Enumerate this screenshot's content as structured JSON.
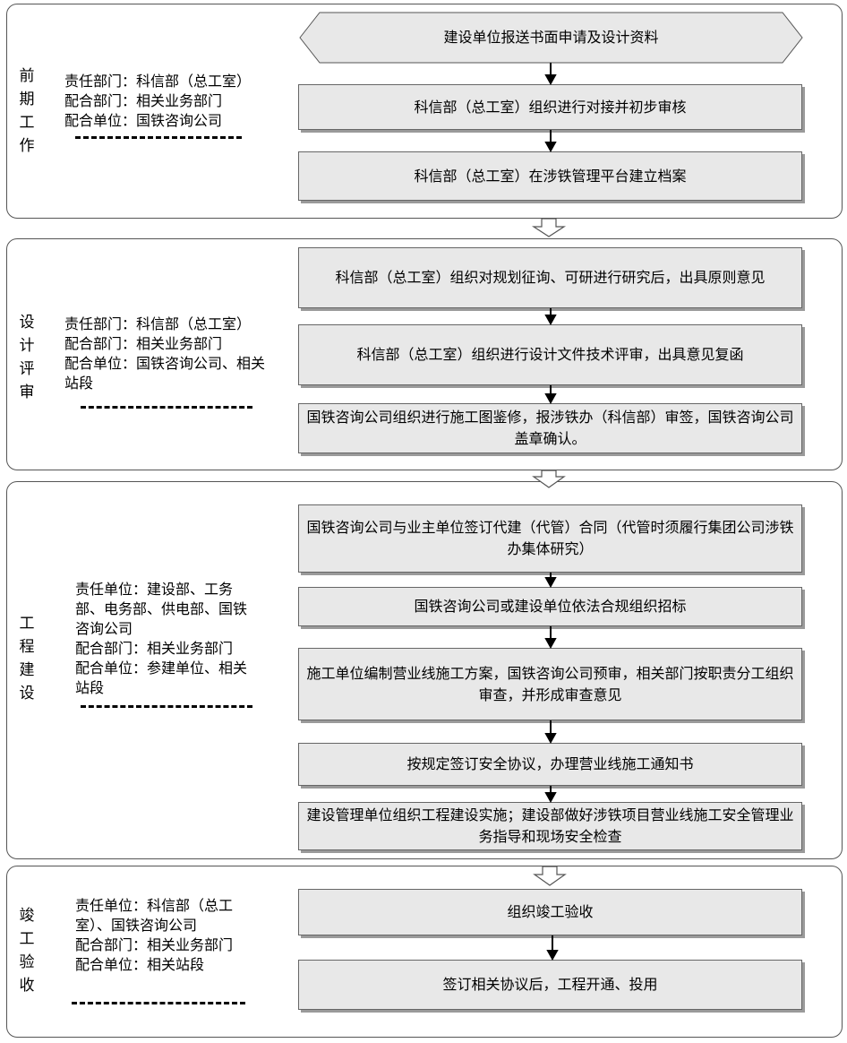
{
  "sections": [
    {
      "stage": [
        "前",
        "期",
        "工",
        "作"
      ],
      "resp": [
        "责任部门：科信部（总工室）",
        "配合部门：相关业务部门",
        "配合单位：国铁咨询公司"
      ],
      "steps": [
        "建设单位报送书面申请及设计资料",
        "科信部（总工室）组织进行对接并初步审核",
        "科信部（总工室）在涉铁管理平台建立档案"
      ]
    },
    {
      "stage": [
        "设",
        "计",
        "评",
        "审"
      ],
      "resp": [
        "责任部门：科信部（总工室）",
        "配合部门：相关业务部门",
        "配合单位：国铁咨询公司、相关站段"
      ],
      "steps": [
        "科信部（总工室）组织对规划征询、可研进行研究后，出具原则意见",
        "科信部（总工室）组织进行设计文件技术评审，出具意见复函",
        "国铁咨询公司组织进行施工图鉴修，报涉铁办（科信部）审签，国铁咨询公司盖章确认。"
      ]
    },
    {
      "stage": [
        "工",
        "程",
        "建",
        "设"
      ],
      "resp": [
        "责任单位：建设部、工务部、电务部、供电部、国铁咨询公司",
        "配合部门：相关业务部门",
        "配合单位：参建单位、相关站段"
      ],
      "steps": [
        "国铁咨询公司与业主单位签订代建（代管）合同（代管时须履行集团公司涉铁办集体研究）",
        "国铁咨询公司或建设单位依法合规组织招标",
        "施工单位编制营业线施工方案，国铁咨询公司预审，相关部门按职责分工组织审查，并形成审查意见",
        "按规定签订安全协议，办理营业线施工通知书",
        "建设管理单位组织工程建设实施；建设部做好涉铁项目营业线施工安全管理业务指导和现场安全检查"
      ]
    },
    {
      "stage": [
        "竣",
        "工",
        "验",
        "收"
      ],
      "resp": [
        "责任单位：科信部（总工室）、国铁咨询公司",
        "配合部门：相关业务部门",
        "配合单位：相关站段"
      ],
      "steps": [
        "组织竣工验收",
        "签订相关协议后，工程开通、投用"
      ]
    }
  ]
}
